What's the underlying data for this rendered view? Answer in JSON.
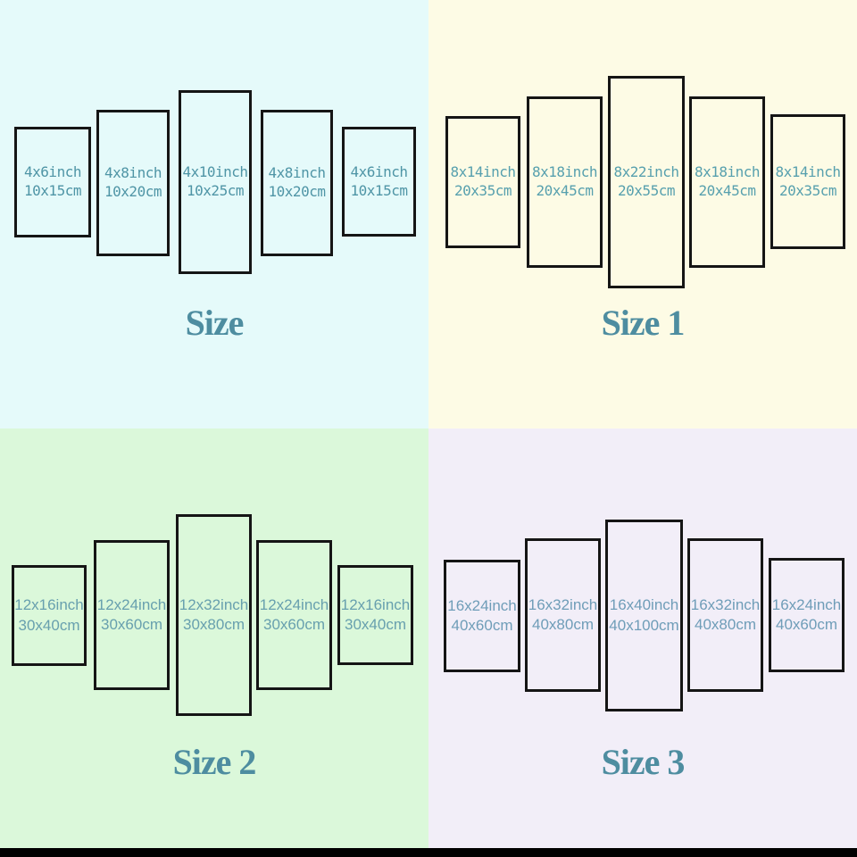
{
  "colors": {
    "border": "#151515",
    "title": "#4e8da0",
    "bottom_bar": "#000000"
  },
  "quadrants": [
    {
      "title": "Size",
      "bg": "#e5fafa",
      "text_color": "#4f95a6",
      "panels": [
        {
          "inch": "4x6inch",
          "cm": "10x15cm"
        },
        {
          "inch": "4x8inch",
          "cm": "10x20cm"
        },
        {
          "inch": "4x10inch",
          "cm": "10x25cm"
        },
        {
          "inch": "4x8inch",
          "cm": "10x20cm"
        },
        {
          "inch": "4x6inch",
          "cm": "10x15cm"
        }
      ]
    },
    {
      "title": "Size 1",
      "bg": "#fdfbe5",
      "text_color": "#57a0ae",
      "panels": [
        {
          "inch": "8x14inch",
          "cm": "20x35cm"
        },
        {
          "inch": "8x18inch",
          "cm": "20x45cm"
        },
        {
          "inch": "8x22inch",
          "cm": "20x55cm"
        },
        {
          "inch": "8x18inch",
          "cm": "20x45cm"
        },
        {
          "inch": "8x14inch",
          "cm": "20x35cm"
        }
      ]
    },
    {
      "title": "Size 2",
      "bg": "#dbf8da",
      "text_color": "#68a0ae",
      "panels": [
        {
          "inch": "12x16inch",
          "cm": "30x40cm"
        },
        {
          "inch": "12x24inch",
          "cm": "30x60cm"
        },
        {
          "inch": "12x32inch",
          "cm": "30x80cm"
        },
        {
          "inch": "12x24inch",
          "cm": "30x60cm"
        },
        {
          "inch": "12x16inch",
          "cm": "30x40cm"
        }
      ]
    },
    {
      "title": "Size 3",
      "bg": "#f2eef8",
      "text_color": "#6f9db8",
      "panels": [
        {
          "inch": "16x24inch",
          "cm": "40x60cm"
        },
        {
          "inch": "16x32inch",
          "cm": "40x80cm"
        },
        {
          "inch": "16x40inch",
          "cm": "40x100cm"
        },
        {
          "inch": "16x32inch",
          "cm": "40x80cm"
        },
        {
          "inch": "16x24inch",
          "cm": "40x60cm"
        }
      ]
    }
  ]
}
